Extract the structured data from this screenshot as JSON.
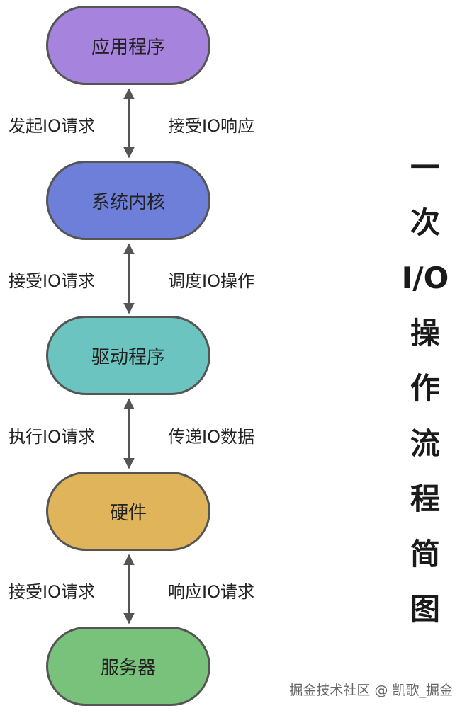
{
  "nodes": [
    {
      "label": "应用程序",
      "color": "#a684dd"
    },
    {
      "label": "系统内核",
      "color": "#6e7fd9"
    },
    {
      "label": "驱动程序",
      "color": "#6cc4c0"
    },
    {
      "label": "硬件",
      "color": "#e0b45b"
    },
    {
      "label": "服务器",
      "color": "#79c27c"
    }
  ],
  "edges": [
    {
      "left": "发起IO请求",
      "right": "接受IO响应"
    },
    {
      "left": "接受IO请求",
      "right": "调度IO操作"
    },
    {
      "left": "执行IO请求",
      "right": "传递IO数据"
    },
    {
      "left": "接受IO请求",
      "right": "响应IO请求"
    }
  ],
  "title": [
    "一",
    "次",
    "I/O",
    "操",
    "作",
    "流",
    "程",
    "简",
    "图"
  ],
  "watermark": "掘金技术社区 @ 凯歌_掘金",
  "colors": {
    "border": "#555555",
    "arrow": "#555555"
  }
}
